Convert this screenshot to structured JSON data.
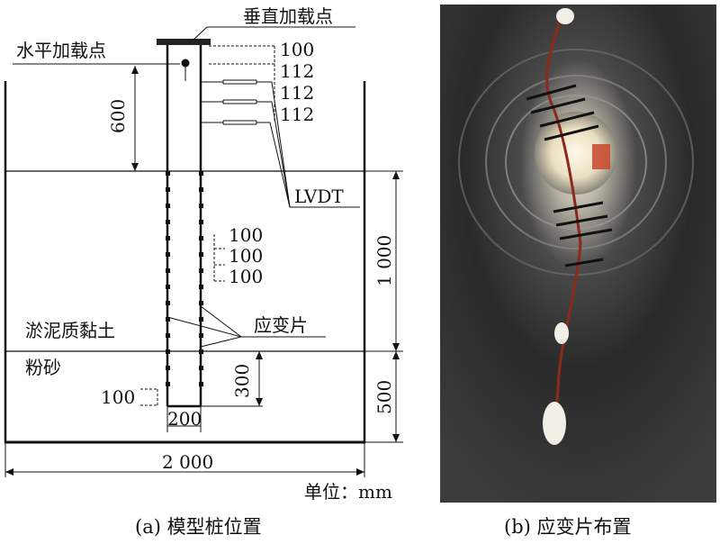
{
  "panel_a": {
    "caption": "(a) 模型桩位置",
    "labels": {
      "vertical_load": "垂直加载点",
      "horizontal_load": "水平加载点",
      "lvdt": "LVDT",
      "strain_gauge": "应变片",
      "silt_clay": "淤泥质黏土",
      "silty_sand": "粉砂",
      "unit": "单位：mm"
    },
    "dimensions": {
      "lvdt_spacing": [
        "100",
        "112",
        "112",
        "112"
      ],
      "gauge_spacing": [
        "100",
        "100",
        "100"
      ],
      "top_height": "600",
      "clay_depth": "1 000",
      "sand_depth": "500",
      "gauge_depth": "300",
      "bottom_gauge": "100",
      "pile_diameter": "200",
      "box_width": "2 000"
    }
  },
  "panel_b": {
    "caption": "(b) 应变片布置"
  }
}
